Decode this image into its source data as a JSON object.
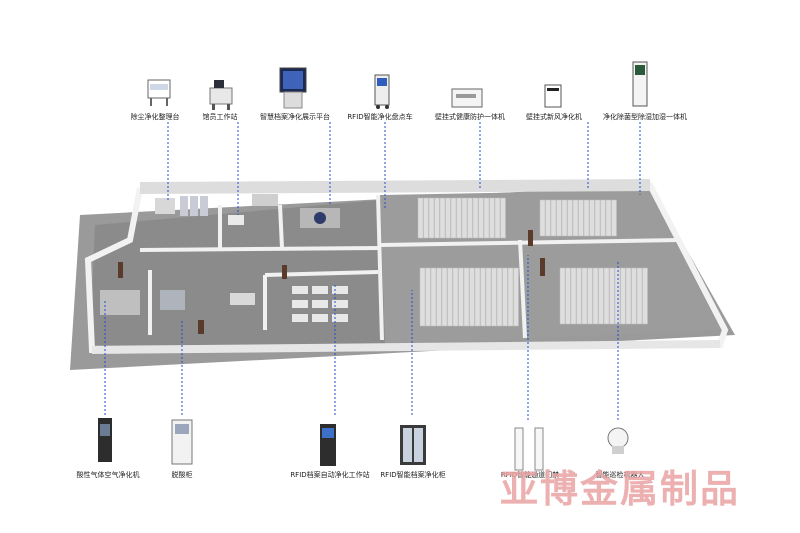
{
  "top_devices": [
    {
      "id": "dust",
      "label": "除尘净化整理台",
      "icon": "workbench-icon"
    },
    {
      "id": "staff",
      "label": "馆员工作站",
      "icon": "workstation-icon"
    },
    {
      "id": "display",
      "label": "智慧档案净化展示平台",
      "icon": "display-kiosk-icon"
    },
    {
      "id": "rfidcart",
      "label": "RFID智能净化盘点车",
      "icon": "inventory-cart-icon"
    },
    {
      "id": "wallhealth",
      "label": "壁挂式健康防护一体机",
      "icon": "wall-unit-icon"
    },
    {
      "id": "wallair",
      "label": "壁挂式新风净化机",
      "icon": "fresh-air-icon"
    },
    {
      "id": "dehumid",
      "label": "净化除菌型除湿加湿一体机",
      "icon": "tower-unit-icon"
    }
  ],
  "bottom_devices": [
    {
      "id": "acidgas",
      "label": "酸性气体空气净化机",
      "icon": "air-purifier-icon"
    },
    {
      "id": "deacid",
      "label": "脱酸柜",
      "icon": "cabinet-icon"
    },
    {
      "id": "rfidauto",
      "label": "RFID档案自动净化工作站",
      "icon": "auto-station-icon"
    },
    {
      "id": "rfidsmart",
      "label": "RFID智能档案净化柜",
      "icon": "smart-cabinet-icon"
    },
    {
      "id": "gate",
      "label": "RFID智能通道门禁",
      "icon": "gate-icon"
    },
    {
      "id": "robot",
      "label": "智能巡检机器人",
      "icon": "robot-icon"
    }
  ],
  "watermark": "亚博金属制品",
  "colors": {
    "line": "#1f4fd0",
    "wall": "#e9e9e9",
    "floor": "#8f8f8f",
    "shelf": "#dcdcdc"
  }
}
